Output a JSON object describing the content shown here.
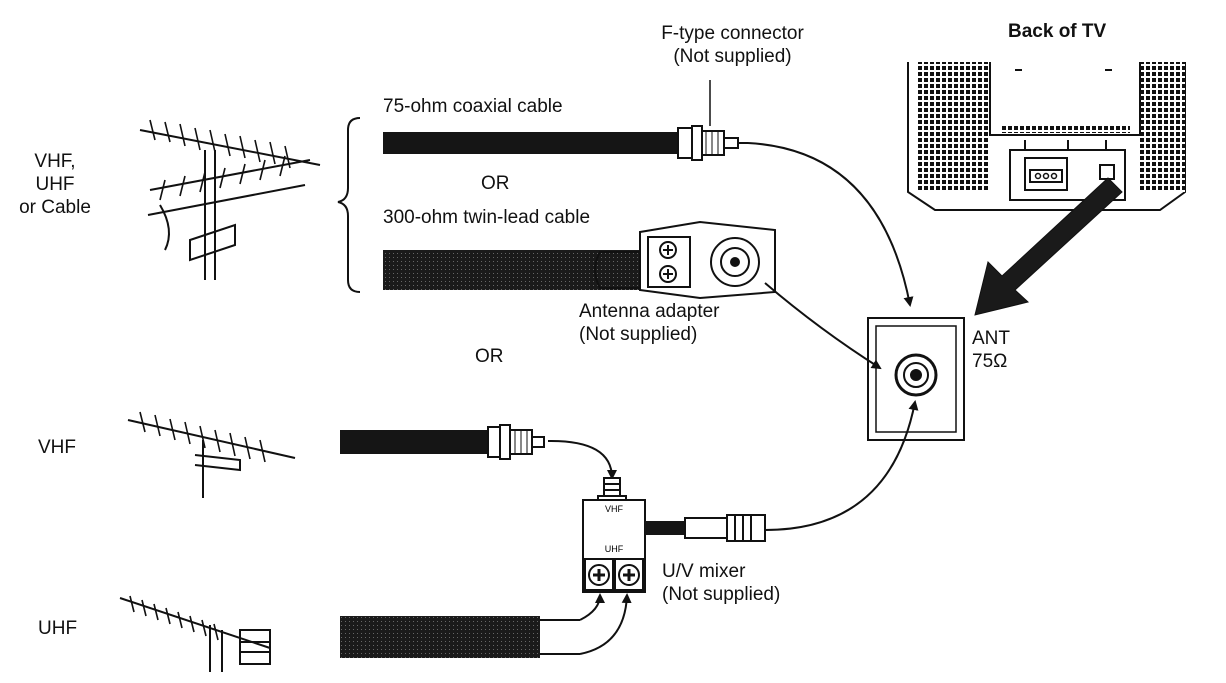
{
  "antennas": {
    "combined_label": [
      "VHF,",
      "UHF",
      "or Cable"
    ],
    "vhf_label": "VHF",
    "uhf_label": "UHF"
  },
  "cables": {
    "coaxial": "75-ohm coaxial cable",
    "or_between_cables": "OR",
    "twin_lead": "300-ohm twin-lead cable",
    "or_between_setups": "OR"
  },
  "connectors": {
    "f_type": [
      "F-type connector",
      "(Not supplied)"
    ],
    "antenna_adapter": [
      "Antenna adapter",
      "(Not supplied)"
    ],
    "uv_mixer": [
      "U/V mixer",
      "(Not supplied)"
    ],
    "mixer_vhf": "VHF",
    "mixer_uhf": "UHF"
  },
  "tv": {
    "title": "Back of TV",
    "terminal": [
      "ANT",
      "75Ω"
    ]
  }
}
